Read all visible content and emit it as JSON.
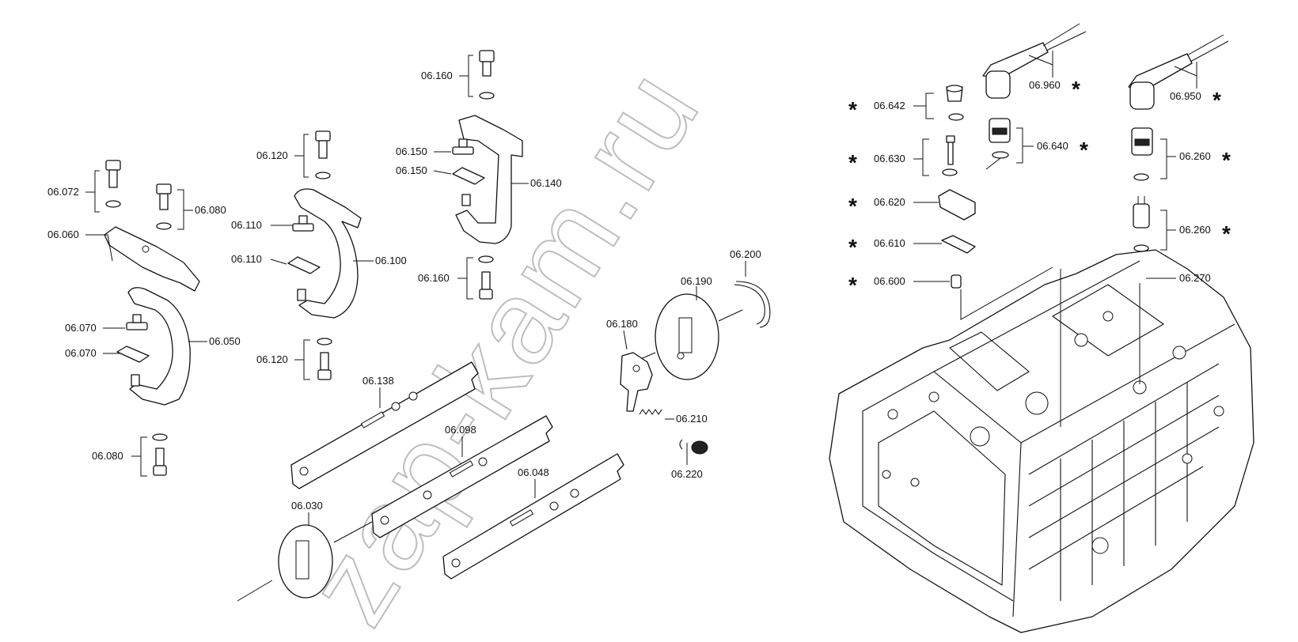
{
  "watermark": "zap-kam.ru",
  "callouts": {
    "c06072": "06.072",
    "c06080a": "06.080",
    "c06060": "06.060",
    "c06070a": "06.070",
    "c06070b": "06.070",
    "c06050": "06.050",
    "c06080b": "06.080",
    "c06120a": "06.120",
    "c06110a": "06.110",
    "c06110b": "06.110",
    "c06100": "06.100",
    "c06120b": "06.120",
    "c06160a": "06.160",
    "c06150a": "06.150",
    "c06150b": "06.150",
    "c06140": "06.140",
    "c06160b": "06.160",
    "c06200": "06.200",
    "c06190": "06.190",
    "c06180": "06.180",
    "c06138": "06.138",
    "c06210": "06.210",
    "c06098": "06.098",
    "c06048": "06.048",
    "c06220": "06.220",
    "c06030": "06.030",
    "c06642": "06.642",
    "c06630": "06.630",
    "c06620": "06.620",
    "c06610": "06.610",
    "c06600": "06.600",
    "c06960": "06.960",
    "c06640": "06.640",
    "c06950": "06.950",
    "c06260a": "06.260",
    "c06260b": "06.260",
    "c06270": "06.270"
  },
  "stars": {
    "s642": "*",
    "s630": "*",
    "s620": "*",
    "s610": "*",
    "s600": "*",
    "s960": "*",
    "s640": "*",
    "s950": "*",
    "s260a": "*",
    "s260b": "*"
  }
}
